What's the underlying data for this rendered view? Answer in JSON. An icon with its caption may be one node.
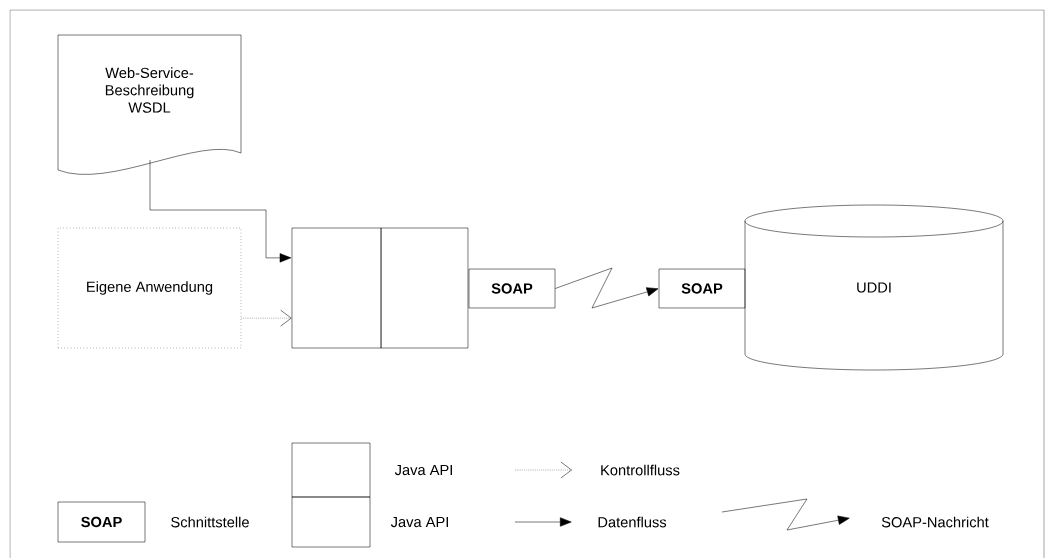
{
  "diagram": {
    "nodes": [
      {
        "text": [
          "Web-Service-Beschreibung WSDL"
        ]
      },
      {
        "text": [
          "Eigene Anwendung"
        ]
      },
      {
        "text": [],
        "shape": "box"
      },
      {
        "text": [],
        "shape": "box"
      },
      {
        "text": [
          "SOAP"
        ]
      },
      {
        "text": [
          "SOAP"
        ]
      },
      {
        "text": [
          "UDDI"
        ]
      }
    ],
    "edges": [
      {
        "from": 0,
        "to": 2,
        "arrow": "to"
      },
      {
        "from": 1,
        "to": 2,
        "arrow": "to",
        "style": "dashed"
      },
      {
        "from": 4,
        "to": 5,
        "arrow": "to"
      }
    ],
    "labels": [
      "SOAP"
    ],
    "legend": [
      {
        "text": "Java API"
      },
      {
        "text": "Kontrollfluss"
      },
      {
        "text": "Schnittstelle"
      },
      {
        "text": "Java API"
      },
      {
        "text": "Datenfluss"
      },
      {
        "text": "SOAP-Nachricht"
      }
    ]
  }
}
